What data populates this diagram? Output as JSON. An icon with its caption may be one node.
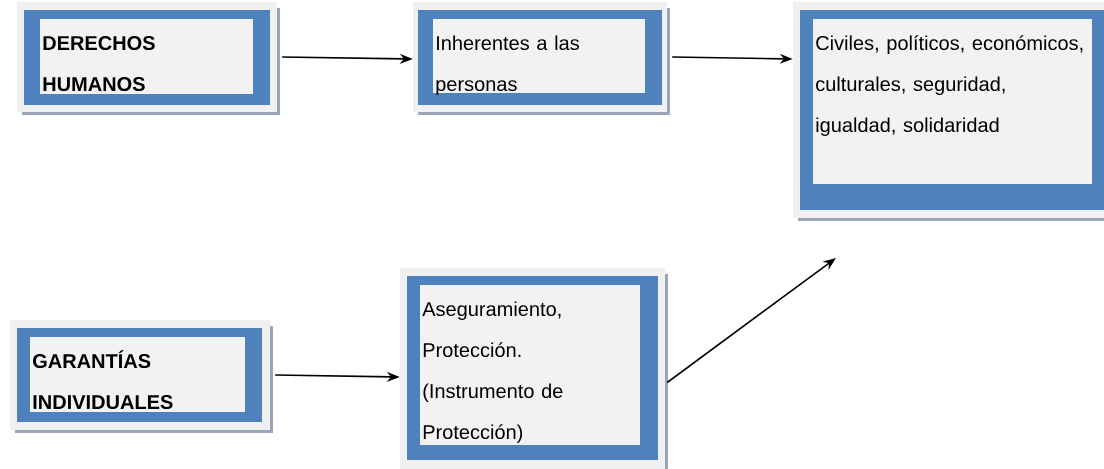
{
  "diagram": {
    "nodes": [
      {
        "text": [
          "DERECHOS HUMANOS"
        ]
      },
      {
        "text": [
          "Inherentes a las personas"
        ]
      },
      {
        "text": [
          "Civiles, políticos, económicos, culturales, seguridad, igualdad, solidaridad"
        ]
      },
      {
        "text": [
          "GARANTÍAS INDIVIDUALES"
        ]
      },
      {
        "text": [
          "Aseguramiento, Protección. (Instrumento de Protección)"
        ]
      }
    ],
    "edges": [
      {
        "from": 0,
        "to": 1,
        "arrow": "to"
      },
      {
        "from": 1,
        "to": 2,
        "arrow": "to"
      },
      {
        "from": 3,
        "to": 4,
        "arrow": "to"
      },
      {
        "from": 4,
        "to": null,
        "arrow": "to"
      }
    ]
  }
}
